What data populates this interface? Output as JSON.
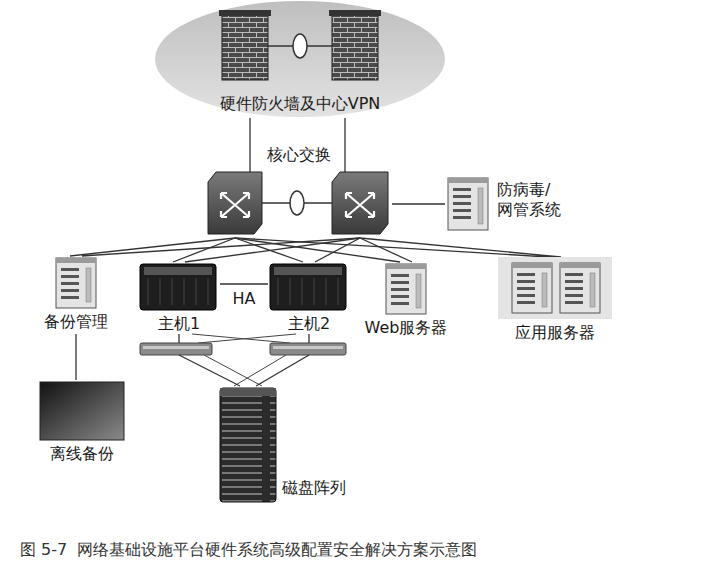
{
  "diagram": {
    "caption": "图 5-7  网络基础设施平台硬件系统高级配置安全解决方案示意图",
    "nodes": [
      {
        "text": [
          "硬件防火墙及中心VPN"
        ]
      },
      {
        "text": [
          "核心交换"
        ]
      },
      {
        "text": [
          "防病毒/ 网管系统"
        ]
      },
      {
        "text": [
          "备份管理"
        ]
      },
      {
        "text": [
          "主机1"
        ]
      },
      {
        "text": [
          "主机2"
        ]
      },
      {
        "text": [
          "Web服务器"
        ]
      },
      {
        "text": [
          "应用服务器"
        ]
      },
      {
        "text": [
          "离线备份"
        ]
      },
      {
        "text": [
          "磁盘阵列"
        ]
      }
    ],
    "edges": [
      {
        "from": 0,
        "to": 1,
        "arrow": "none"
      },
      {
        "from": 1,
        "to": 2,
        "arrow": "none"
      },
      {
        "from": 1,
        "to": 3,
        "arrow": "none"
      },
      {
        "from": 1,
        "to": 4,
        "arrow": "none"
      },
      {
        "from": 1,
        "to": 5,
        "arrow": "none"
      },
      {
        "from": 1,
        "to": 6,
        "arrow": "none"
      },
      {
        "from": 1,
        "to": 7,
        "arrow": "none"
      },
      {
        "from": 4,
        "to": 5,
        "label": "HA",
        "arrow": "none"
      },
      {
        "from": 3,
        "to": 8,
        "arrow": "none"
      },
      {
        "from": 4,
        "to": 9,
        "arrow": "none"
      },
      {
        "from": 5,
        "to": 9,
        "arrow": "none"
      }
    ]
  }
}
